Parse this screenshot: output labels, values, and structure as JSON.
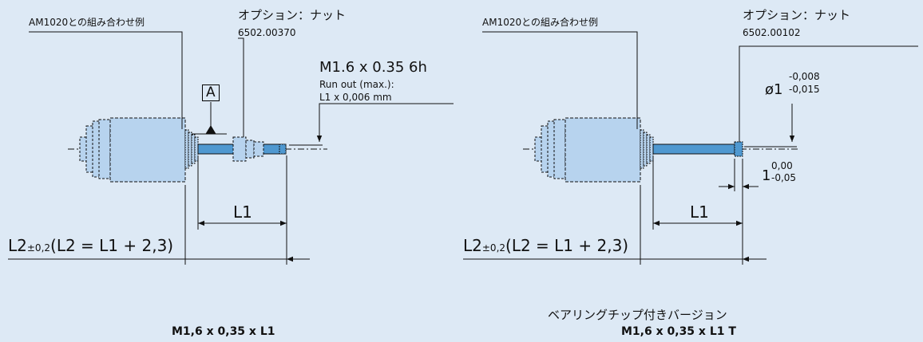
{
  "left": {
    "combo_label": "AM1020との組み合わせ例",
    "option_label": "オプション：ナット",
    "option_part_no": "6502.00370",
    "thread_spec": "M1.6 x 0.35 6h",
    "runout_line1": "Run out (max.):",
    "runout_line2": "L1 x 0,006 mm",
    "datum": "A",
    "dim_l1": "L1",
    "dim_l2": "L2",
    "dim_l2_tol": "±0,2",
    "dim_l2_formula": "(L2 = L1 + 2,3)",
    "caption": "M1,6 x 0,35 x L1"
  },
  "right": {
    "combo_label": "AM1020との組み合わせ例",
    "option_label": "オプション：ナット",
    "option_part_no": "6502.00102",
    "dia_main": "ø1",
    "dia_tol_upper": "-0,008",
    "dia_tol_lower": "-0,015",
    "len_main": "1",
    "len_tol_upper": "0,00",
    "len_tol_lower": "-0,05",
    "dim_l1": "L1",
    "dim_l2": "L2",
    "dim_l2_tol": "±0,2",
    "dim_l2_formula": "(L2 = L1 + 2,3)",
    "caption_sub": "ベアリングチップ付きバージョン",
    "caption": "M1,6 x 0,35 x L1 T"
  },
  "colors": {
    "background": "#dde9f5",
    "motor_fill": "#b7d3ee",
    "shaft_fill": "#4f98d0",
    "line": "#111111"
  }
}
